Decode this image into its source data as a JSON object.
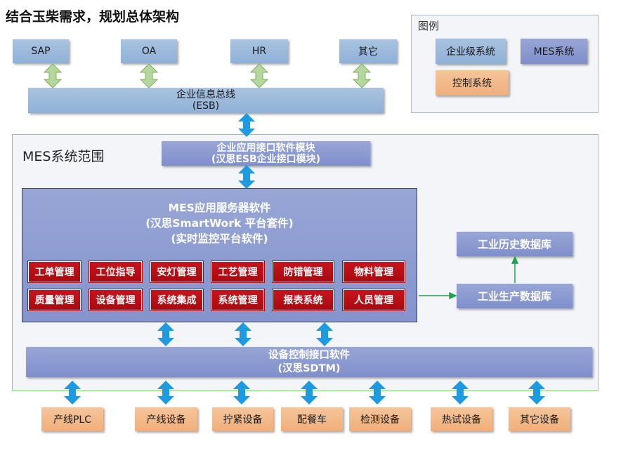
{
  "title": "结合玉柴需求，规划总体架构",
  "legend": {
    "label": "图例",
    "items": [
      "企业级系统",
      "MES系统",
      "控制系统"
    ]
  },
  "enterprise_systems": [
    "SAP",
    "OA",
    "HR",
    "其它"
  ],
  "esb": {
    "line1": "企业信息总线",
    "line2": "(ESB)"
  },
  "mes_scope": {
    "label": "MES系统范围",
    "interface_module": {
      "line1": "企业应用接口软件模块",
      "line2": "(汉思ESB企业接口模块)"
    },
    "app_server": {
      "line1": "MES应用服务器软件",
      "line2": "(汉思SmartWork 平台套件)",
      "line3": "(实时监控平台软件)"
    },
    "modules": [
      "工单管理",
      "工位指导",
      "安灯管理",
      "工艺管理",
      "防错管理",
      "物料管理",
      "质量管理",
      "设备管理",
      "系统集成",
      "系统管理",
      "报表系统",
      "人员管理"
    ],
    "device_interface": {
      "line1": "设备控制接口软件",
      "line2": "(汉思SDTM)"
    }
  },
  "databases": {
    "history": "工业历史数据库",
    "production": "工业生产数据库"
  },
  "devices": [
    "产线PLC",
    "产线设备",
    "拧紧设备",
    "配餐车",
    "检测设备",
    "热试设备",
    "其它设备"
  ],
  "colors": {
    "enterprise": "#9cb9dc",
    "mes": "#8a99cf",
    "control": "#f2b887",
    "module": "#b50f16",
    "mes_scope_border": "#8ccf7a",
    "arrow_blue": "#1e9ae0",
    "arrow_green": "#a8d08d"
  }
}
